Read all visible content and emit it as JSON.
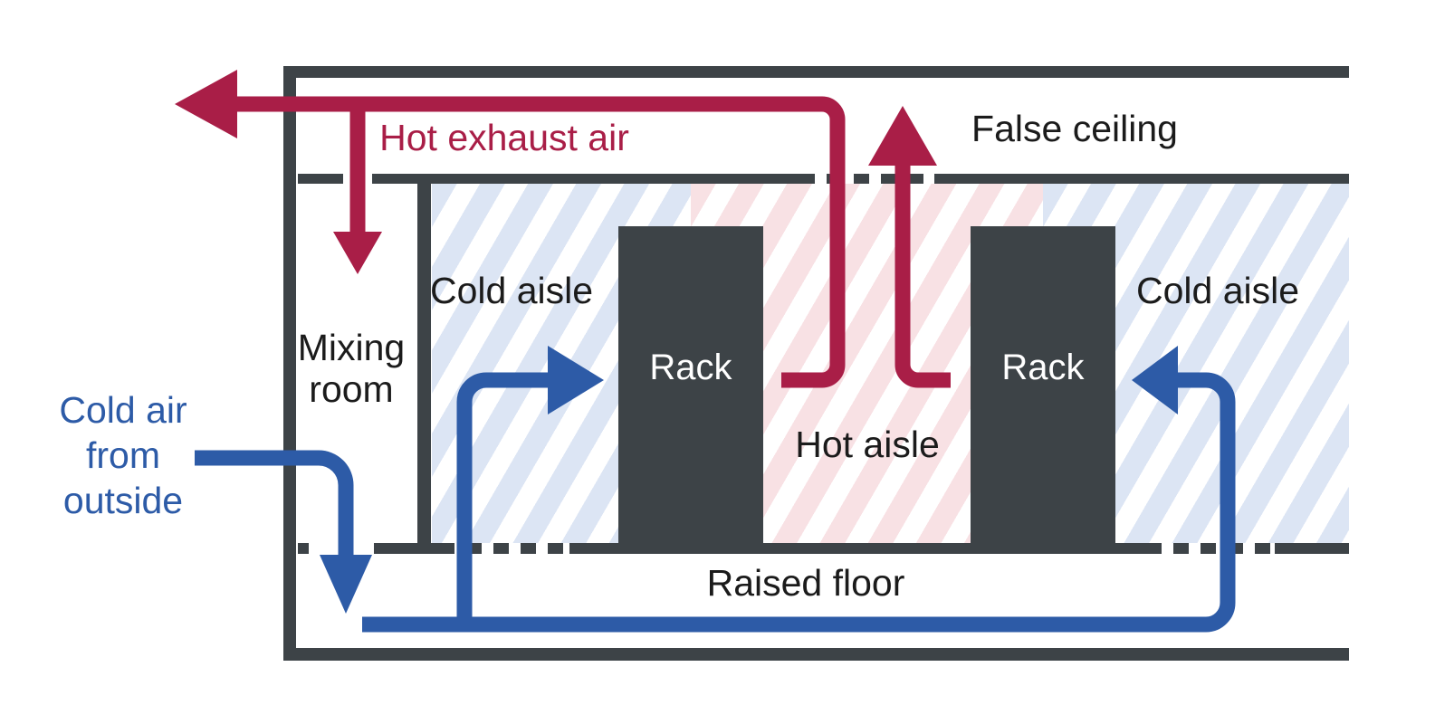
{
  "labels": {
    "hot_exhaust_air": "Hot exhaust air",
    "false_ceiling": "False ceiling",
    "cold_aisle_left": "Cold aisle",
    "cold_aisle_right": "Cold aisle",
    "hot_aisle": "Hot aisle",
    "mixing_room_lines": [
      "Mixing",
      "room"
    ],
    "rack_left": "Rack",
    "rack_right": "Rack",
    "raised_floor": "Raised floor",
    "cold_air_lines": [
      "Cold air",
      "from",
      "outside"
    ]
  },
  "colors": {
    "hot": "#a91e47",
    "cold": "#2d5ba7",
    "structure": "#3d4347",
    "cold_hatch": "#dce5f4",
    "hot_hatch": "#f8e1e4",
    "text": "#1b1b1b"
  }
}
